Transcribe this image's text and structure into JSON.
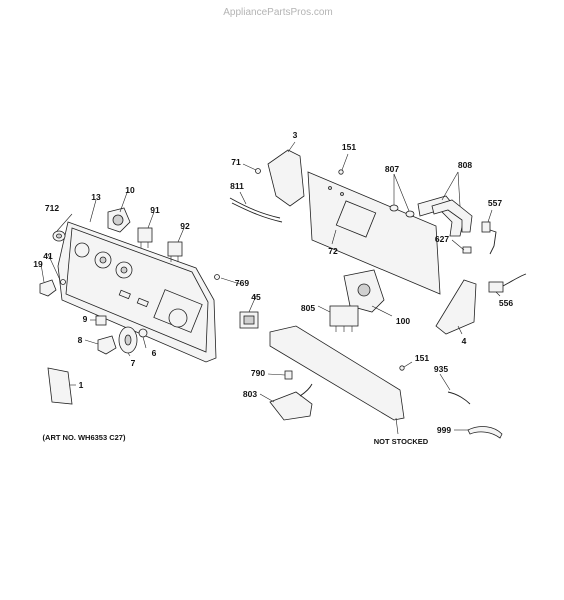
{
  "watermark": "AppliancePartsPros.com",
  "art_number": "(ART NO. WH6353 C27)",
  "callouts": {
    "c3": "3",
    "c71": "71",
    "c151a": "151",
    "c807": "807",
    "c808": "808",
    "c811": "811",
    "c557": "557",
    "c10": "10",
    "c13": "13",
    "c712": "712",
    "c91": "91",
    "c92": "92",
    "c72": "72",
    "c627": "627",
    "c41": "41",
    "c19": "19",
    "c769": "769",
    "c556": "556",
    "c45": "45",
    "c805": "805",
    "c100": "100",
    "c4": "4",
    "c9": "9",
    "c8": "8",
    "c6": "6",
    "c7": "7",
    "c151b": "151",
    "c790": "790",
    "c935": "935",
    "c1": "1",
    "c803": "803",
    "c999": "999"
  },
  "notes": {
    "not_stocked": "NOT STOCKED"
  }
}
